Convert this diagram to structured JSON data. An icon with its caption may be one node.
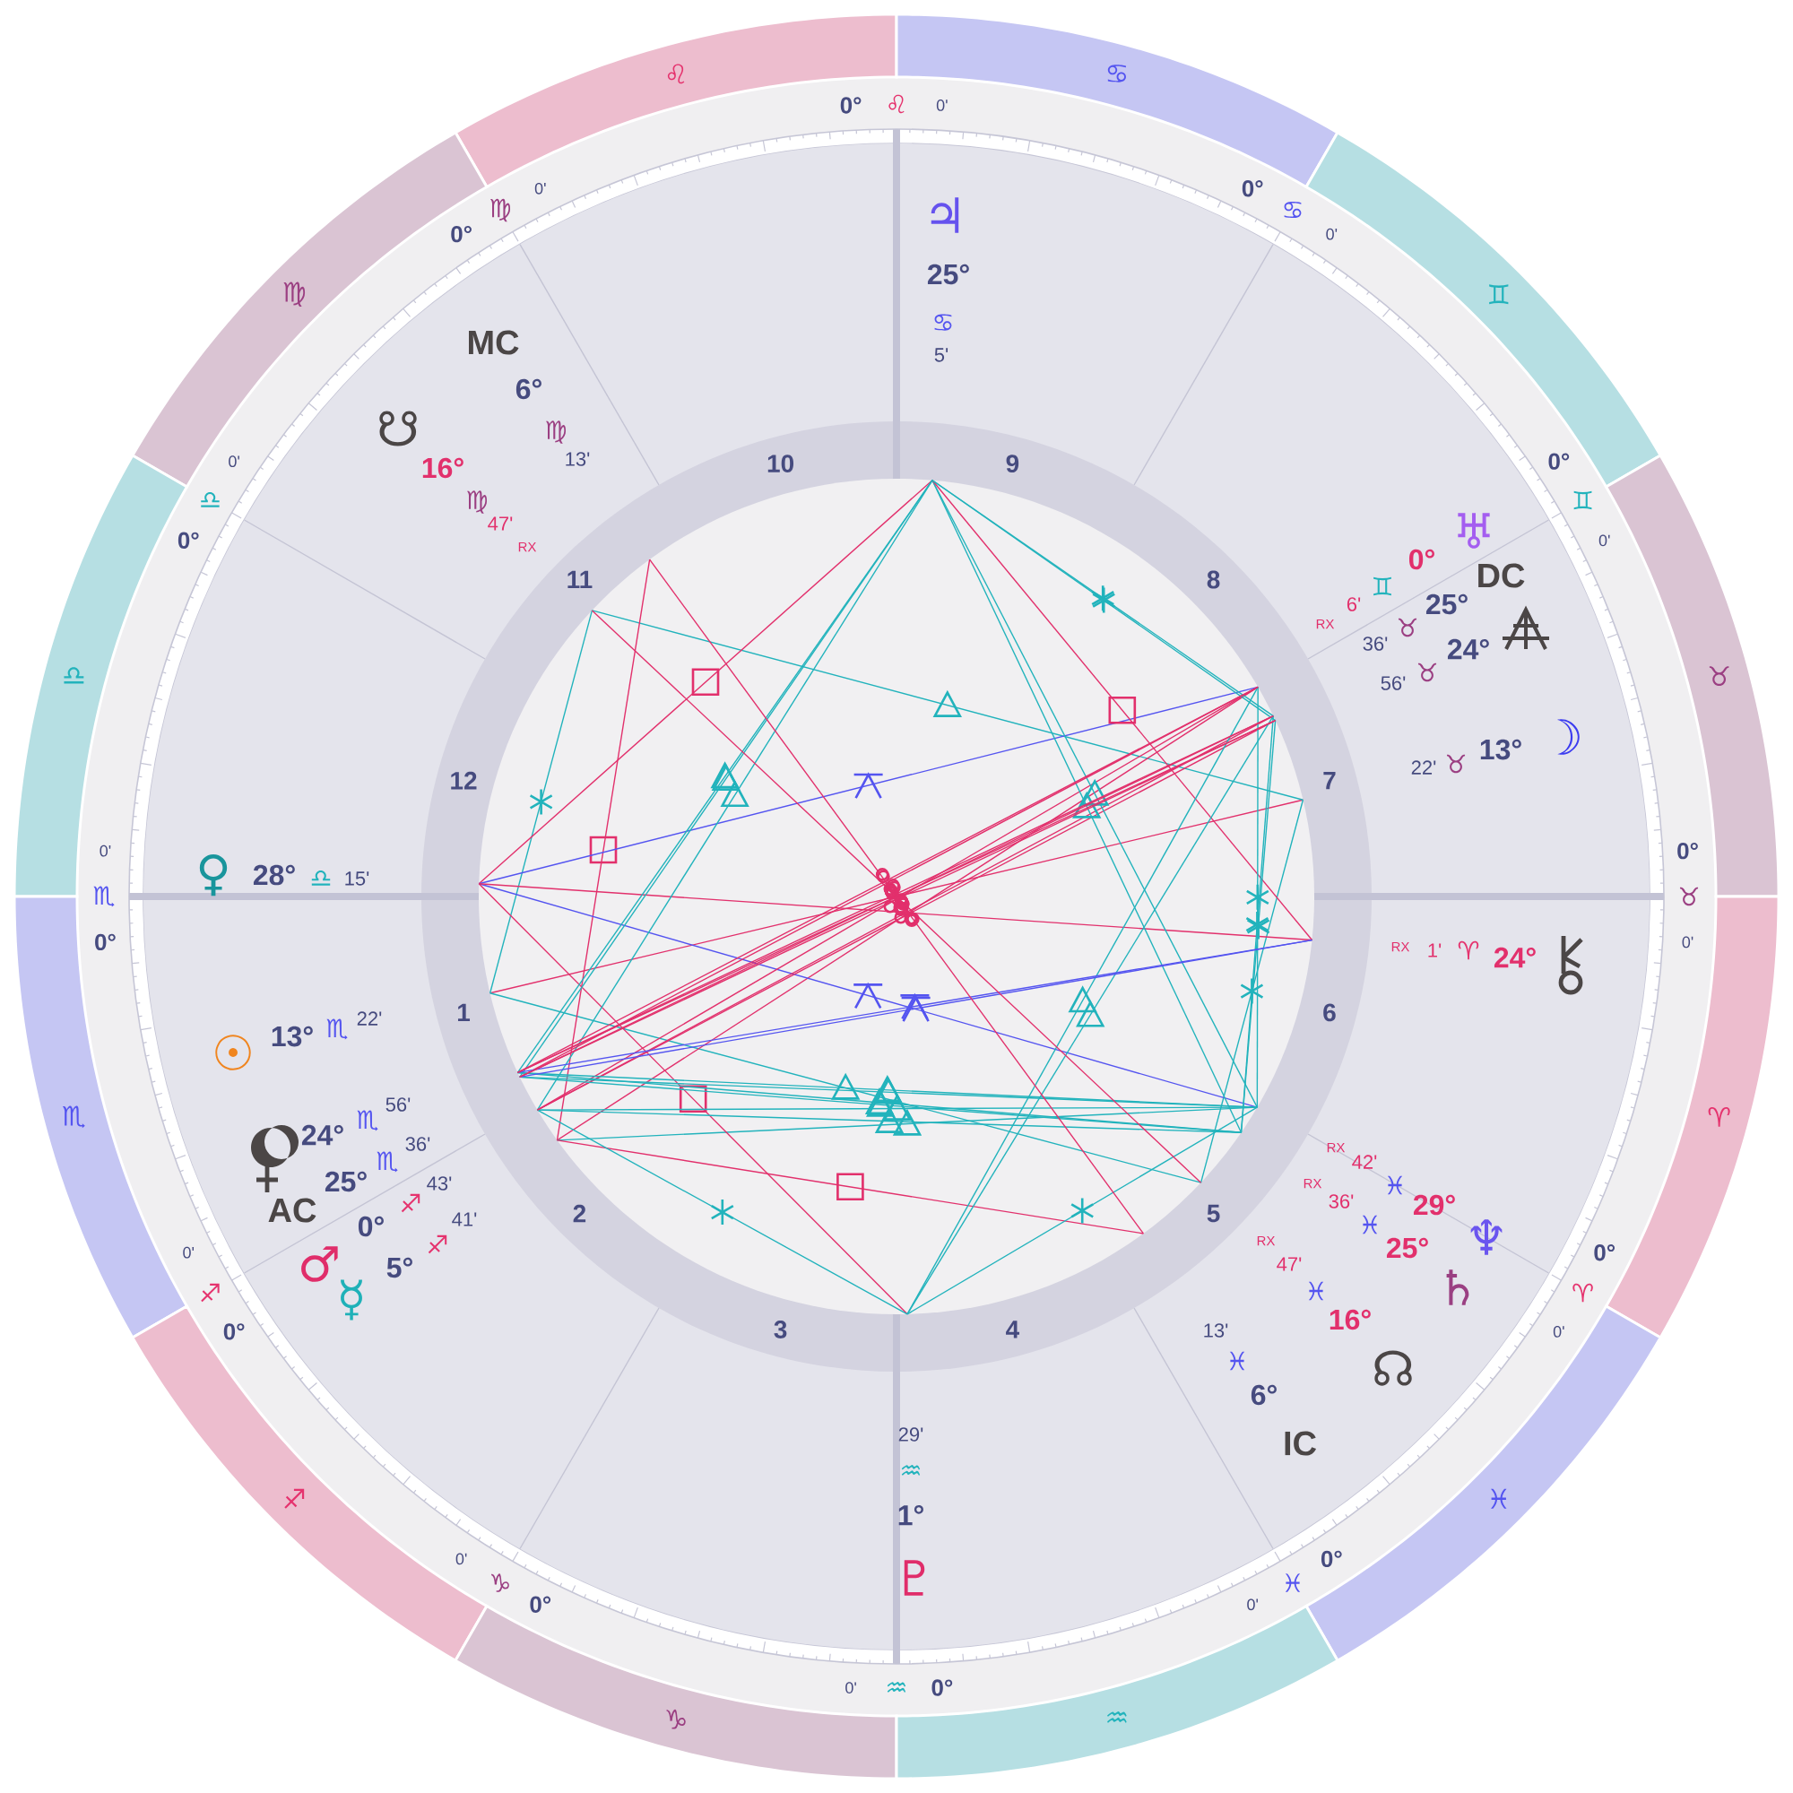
{
  "diagram": {
    "nodes": [
      {
        "text": [
          "♌"
        ]
      },
      {
        "text": [
          "♋"
        ]
      },
      {
        "text": [
          "♍"
        ]
      },
      {
        "text": [
          "♊"
        ]
      },
      {
        "text": [
          "♎"
        ]
      },
      {
        "text": [
          "♉"
        ]
      },
      {
        "text": [
          "♏"
        ]
      },
      {
        "text": [
          "♈"
        ]
      },
      {
        "text": [
          "♐"
        ]
      },
      {
        "text": [
          "♓"
        ]
      },
      {
        "text": [
          "♑"
        ]
      },
      {
        "text": [
          "♒"
        ]
      }
    ],
    "labels": [
      "0°",
      "♌",
      "0'",
      "0°",
      "♍",
      "0'",
      "0°",
      "♋",
      "0'",
      "0°",
      "♎",
      "0'",
      "0°",
      "♊",
      "0'",
      "0°",
      "♏",
      "0'",
      "0°",
      "♉",
      "0'",
      "0°",
      "♐",
      "0'",
      "0°",
      "♈",
      "0'",
      "0°",
      "♑",
      "0'",
      "0°",
      "♓",
      "0'",
      "0°",
      "♒",
      "0'",
      "10",
      "9",
      "11",
      "8",
      "12",
      "7",
      "1",
      "6",
      "2",
      "5",
      "3",
      "4",
      "♃",
      "25°",
      "♋",
      "5'",
      "MC",
      "6°",
      "♍",
      "13'",
      "☋",
      "16°",
      "♍",
      "47'",
      "RX",
      "♅",
      "0°",
      "♊",
      "6'",
      "RX",
      "DC",
      "25°",
      "♉",
      "36'",
      "24°",
      "♉",
      "56'",
      "☽",
      "13°",
      "♉",
      "22'",
      "♀",
      "28°",
      "♎",
      "15'",
      "24°",
      "♈",
      "1'",
      "RX",
      "☉",
      "13°",
      "♏",
      "22'",
      "24°",
      "♏",
      "56'",
      "AC",
      "25°",
      "♏",
      "36'",
      "♂",
      "0°",
      "♐",
      "43'",
      "☿",
      "5°",
      "♐",
      "41'",
      "♆",
      "29°",
      "♓",
      "42'",
      "RX",
      "♄",
      "25°",
      "♓",
      "36'",
      "RX",
      "☊",
      "16°",
      "♓",
      "47'",
      "RX",
      "IC",
      "6°",
      "♓",
      "13'",
      "♇",
      "1°",
      "♒",
      "29'"
    ]
  }
}
